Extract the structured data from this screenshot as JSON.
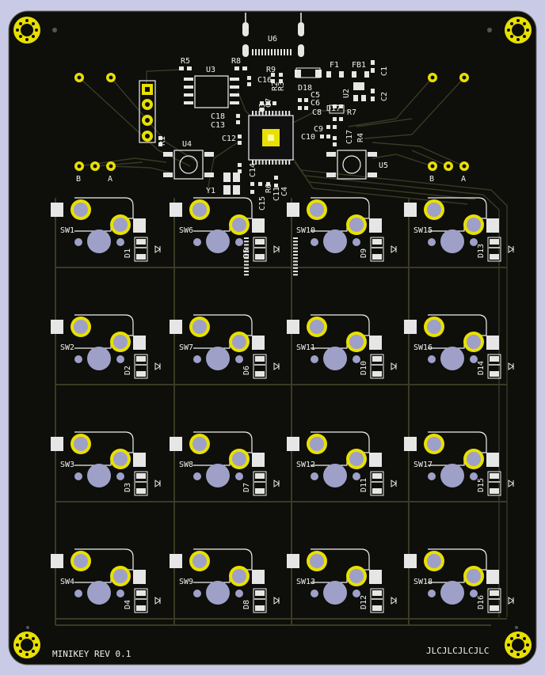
{
  "board": {
    "name_label": "MINIKEY REV 0.1",
    "fab_label": "JLCJLCJLCJLC",
    "colors": {
      "background": "#c9cbe6",
      "board": "#0e0e0a",
      "trace": "#3a3a26",
      "silkscreen": "#f0f0f0",
      "pad": "#e6e6e6",
      "hole": "#9ea0c8",
      "ring": "#e8e000"
    }
  },
  "switches": [
    {
      "label": "SW1"
    },
    {
      "label": "SW6"
    },
    {
      "label": "SW10"
    },
    {
      "label": "SW15"
    },
    {
      "label": "SW2"
    },
    {
      "label": "SW7"
    },
    {
      "label": "SW11"
    },
    {
      "label": "SW16"
    },
    {
      "label": "SW3"
    },
    {
      "label": "SW8"
    },
    {
      "label": "SW12"
    },
    {
      "label": "SW17"
    },
    {
      "label": "SW4"
    },
    {
      "label": "SW9"
    },
    {
      "label": "SW13"
    },
    {
      "label": "SW18"
    }
  ],
  "diodes": [
    {
      "label": "D1"
    },
    {
      "label": "D5"
    },
    {
      "label": "D9"
    },
    {
      "label": "D13"
    },
    {
      "label": "D2"
    },
    {
      "label": "D6"
    },
    {
      "label": "D10"
    },
    {
      "label": "D14"
    },
    {
      "label": "D3"
    },
    {
      "label": "D7"
    },
    {
      "label": "D11"
    },
    {
      "label": "D15"
    },
    {
      "label": "D4"
    },
    {
      "label": "D8"
    },
    {
      "label": "D12"
    },
    {
      "label": "D16"
    }
  ],
  "components": {
    "usb": "U6",
    "mcu": "",
    "flash": "U3",
    "reset_button": "U4",
    "boot_button": "U5",
    "crystal": "Y1",
    "regulator": "U2",
    "fuse": "F1",
    "ferrite": "FB1",
    "diode_d18": "D18",
    "diode_d17": "D17",
    "resistors": {
      "r1": "R1",
      "r2": "R2",
      "r3": "R3",
      "r4": "R4",
      "r5": "R5",
      "r6": "R6",
      "r7": "R7",
      "r8": "R8",
      "r9": "R9"
    },
    "capacitors": {
      "c1": "C1",
      "c2": "C2",
      "c3": "C3",
      "c4": "C4",
      "c5": "C5",
      "c6": "C6",
      "c7": "C7",
      "c8": "C8",
      "c9": "C9",
      "c10": "C10",
      "c11": "C11",
      "c12": "C12",
      "c13": "C13",
      "c14": "C14",
      "c15": "C15",
      "c16": "C16",
      "c17": "C17",
      "c18": "C18"
    }
  },
  "encoders": {
    "left_b": "B",
    "left_a": "A",
    "right_b": "B",
    "right_a": "A"
  }
}
